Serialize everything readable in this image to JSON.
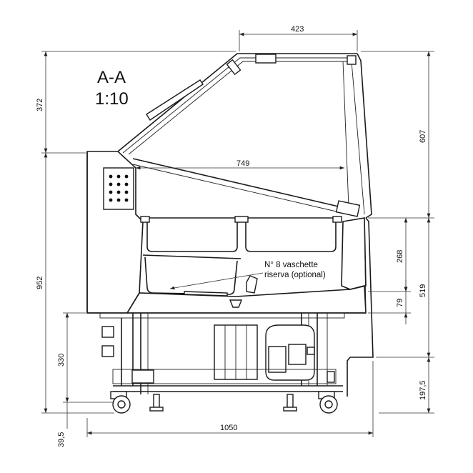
{
  "section": {
    "name": "A-A",
    "scale": "1:10"
  },
  "note": {
    "line1": "N° 8 vaschette",
    "line2": "riserva (optional)"
  },
  "dimensions": {
    "top_width": "423",
    "inner_width": "749",
    "base_width": "1050",
    "upper_height": "372",
    "total_height": "952",
    "base_height": "330",
    "foot": "39,5",
    "right_upper": "607",
    "right_mid": "268",
    "right_total": "519",
    "right_small": "79",
    "right_bottom": "197,5"
  }
}
